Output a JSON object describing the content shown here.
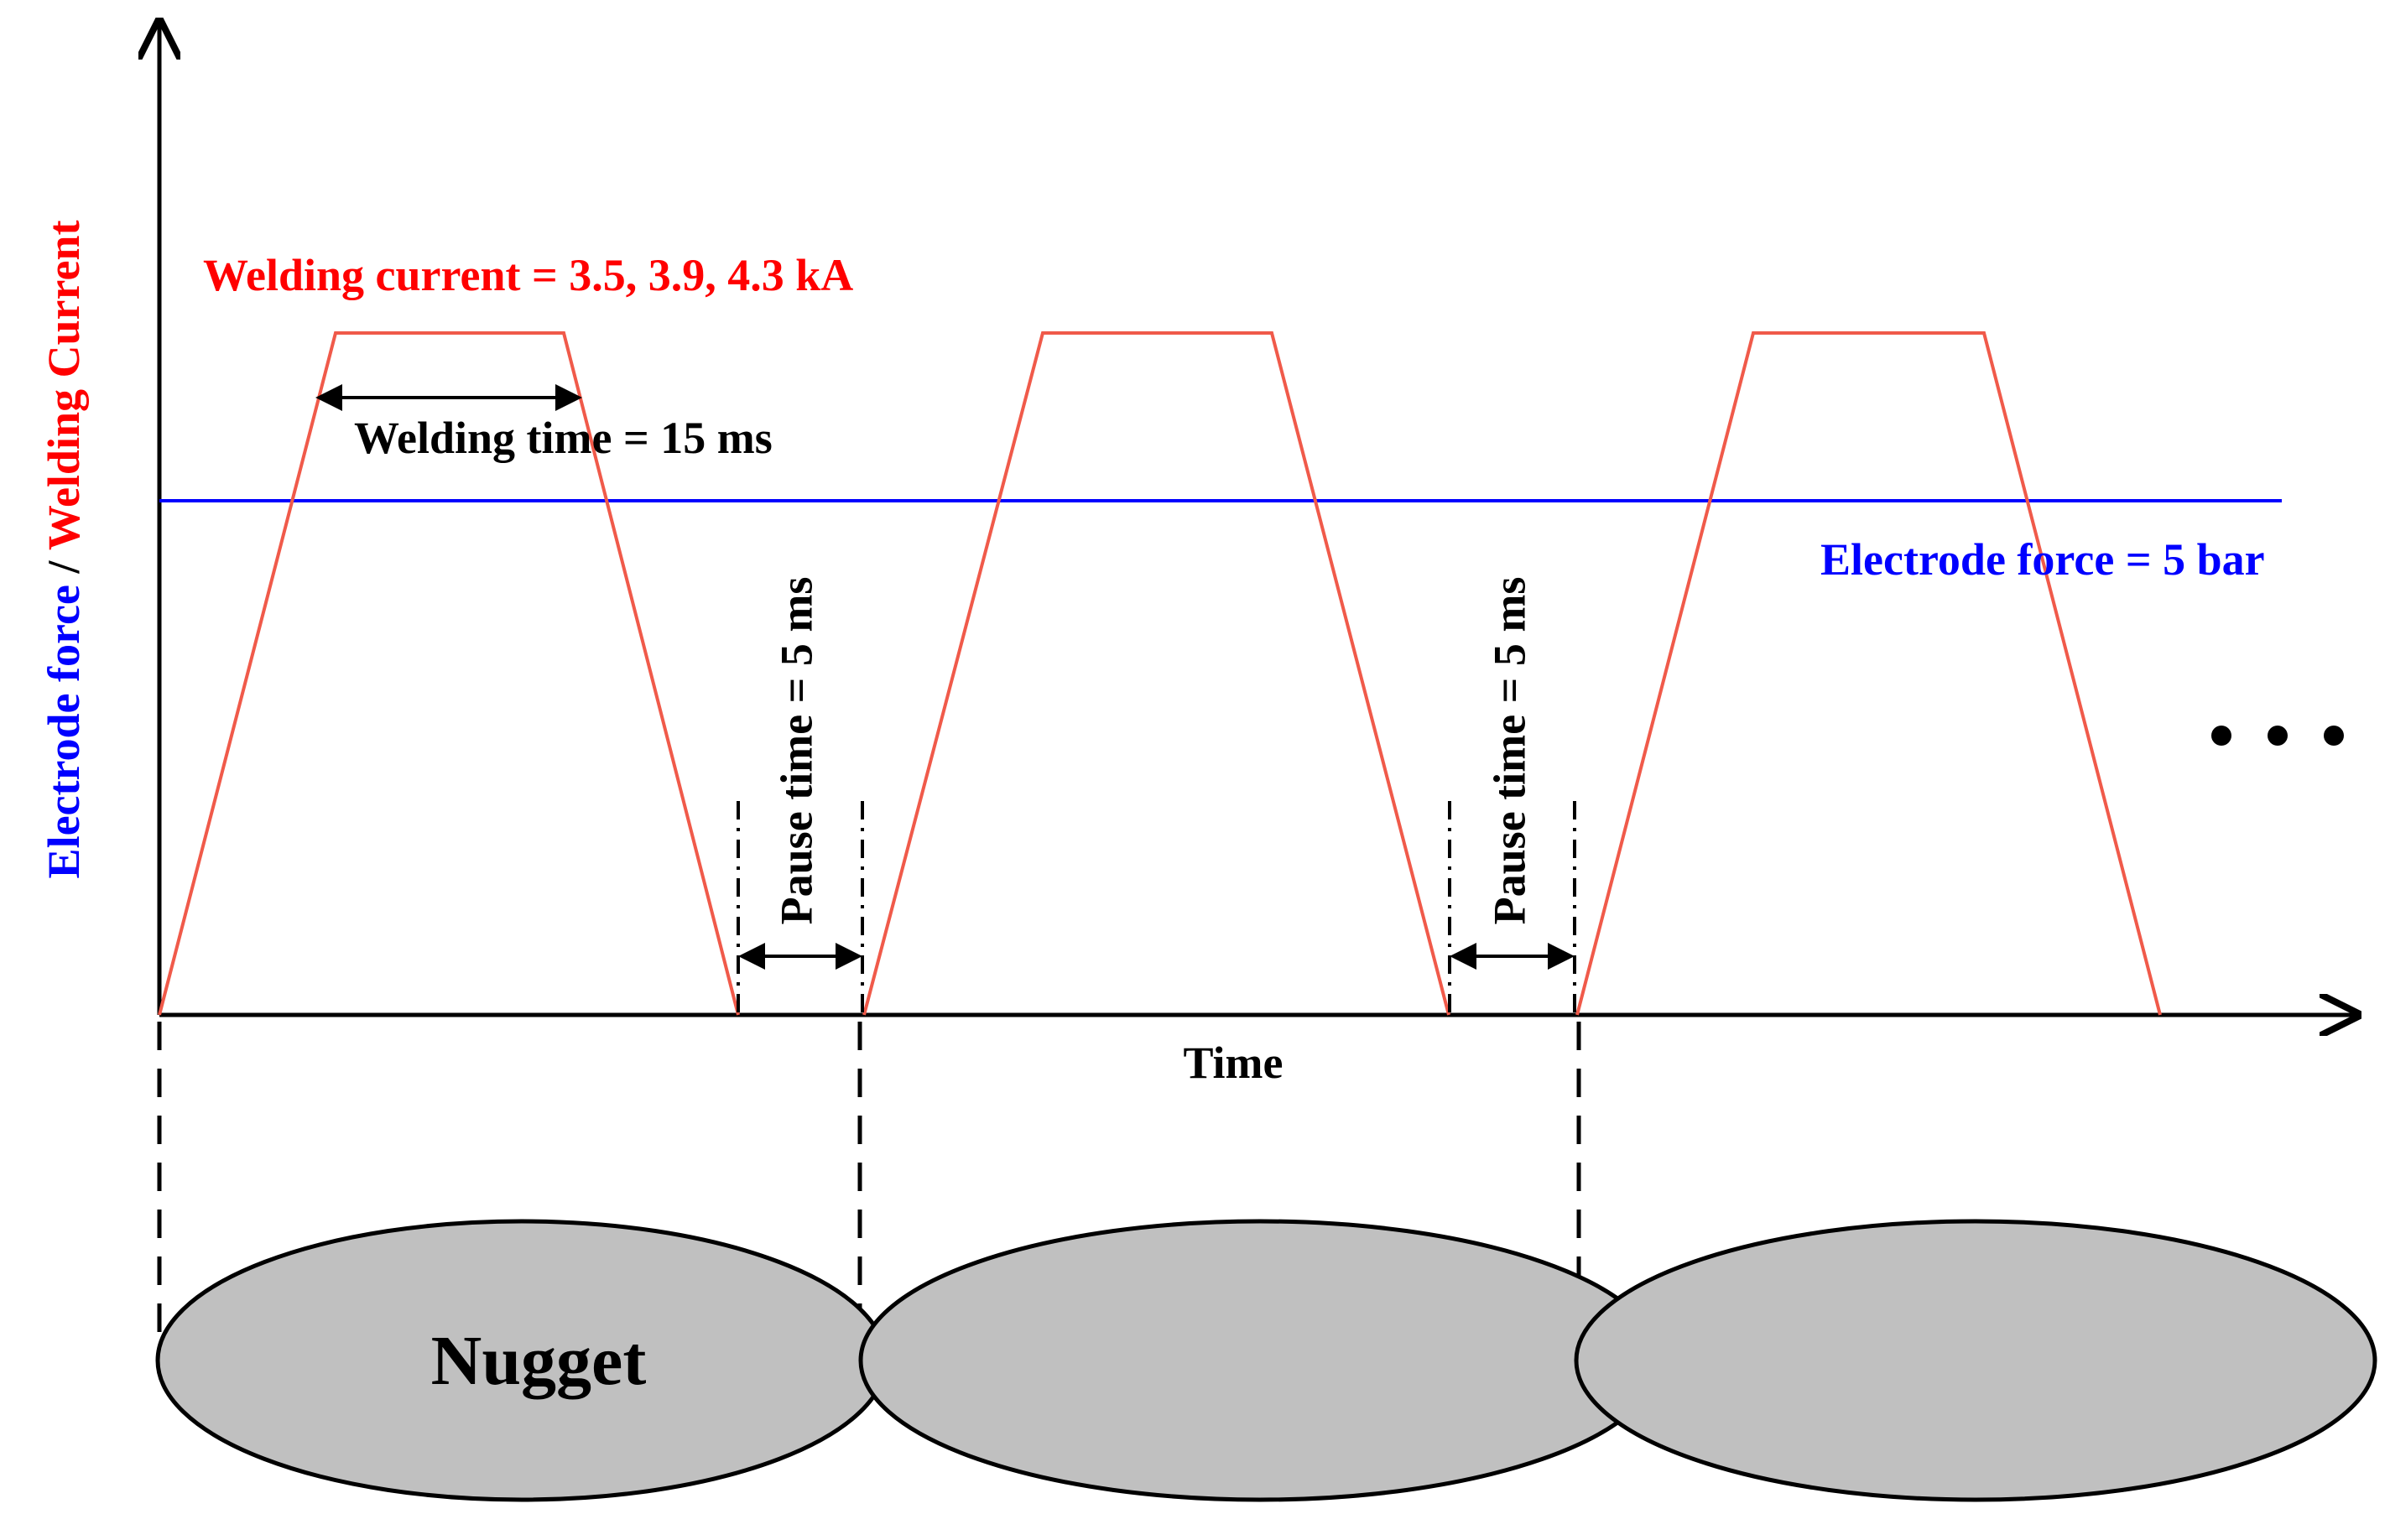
{
  "axis": {
    "y_label_part1": "Electrode force",
    "y_label_sep": " / ",
    "y_label_part2": "Welding Current",
    "x_label": "Time"
  },
  "annotations": {
    "welding_current": "Welding current = 3.5, 3.9, 4.3 kA",
    "welding_time": "Welding time = 15 ms",
    "electrode_force": "Electrode force = 5 bar",
    "pause_time_1": "Pause time = 5 ms",
    "pause_time_2": "Pause time = 5 ms",
    "continuation": "• • •"
  },
  "nuggets": {
    "label": "Nugget"
  },
  "colors": {
    "current": "#ff0000",
    "current_line": "#f05a4a",
    "force": "#0000ff",
    "axis": "#000000",
    "nugget_fill": "#c0c0c0"
  }
}
